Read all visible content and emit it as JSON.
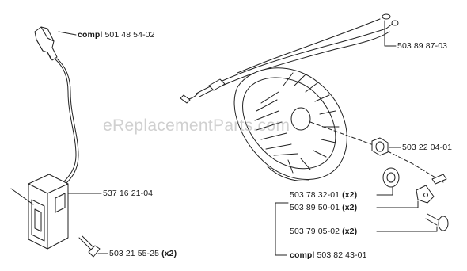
{
  "watermark": "eReplacementParts.com",
  "labels": {
    "boot": {
      "prefix": "compl",
      "number": "501 48 54-02"
    },
    "cable": {
      "number": "503 89 87-03"
    },
    "nut": {
      "number": "503 22 04-01"
    },
    "coil": {
      "number": "537 16 21-04"
    },
    "screw": {
      "number": "503 21 55-25",
      "qty": "(x2)"
    },
    "washer": {
      "number": "503 78 32-01",
      "qty": "(x2)"
    },
    "pawl": {
      "number": "503 89 50-01",
      "qty": "(x2)"
    },
    "spring": {
      "number": "503 79 05-02",
      "qty": "(x2)"
    },
    "kit": {
      "prefix": "compl",
      "number": "503 82 43-01"
    }
  }
}
